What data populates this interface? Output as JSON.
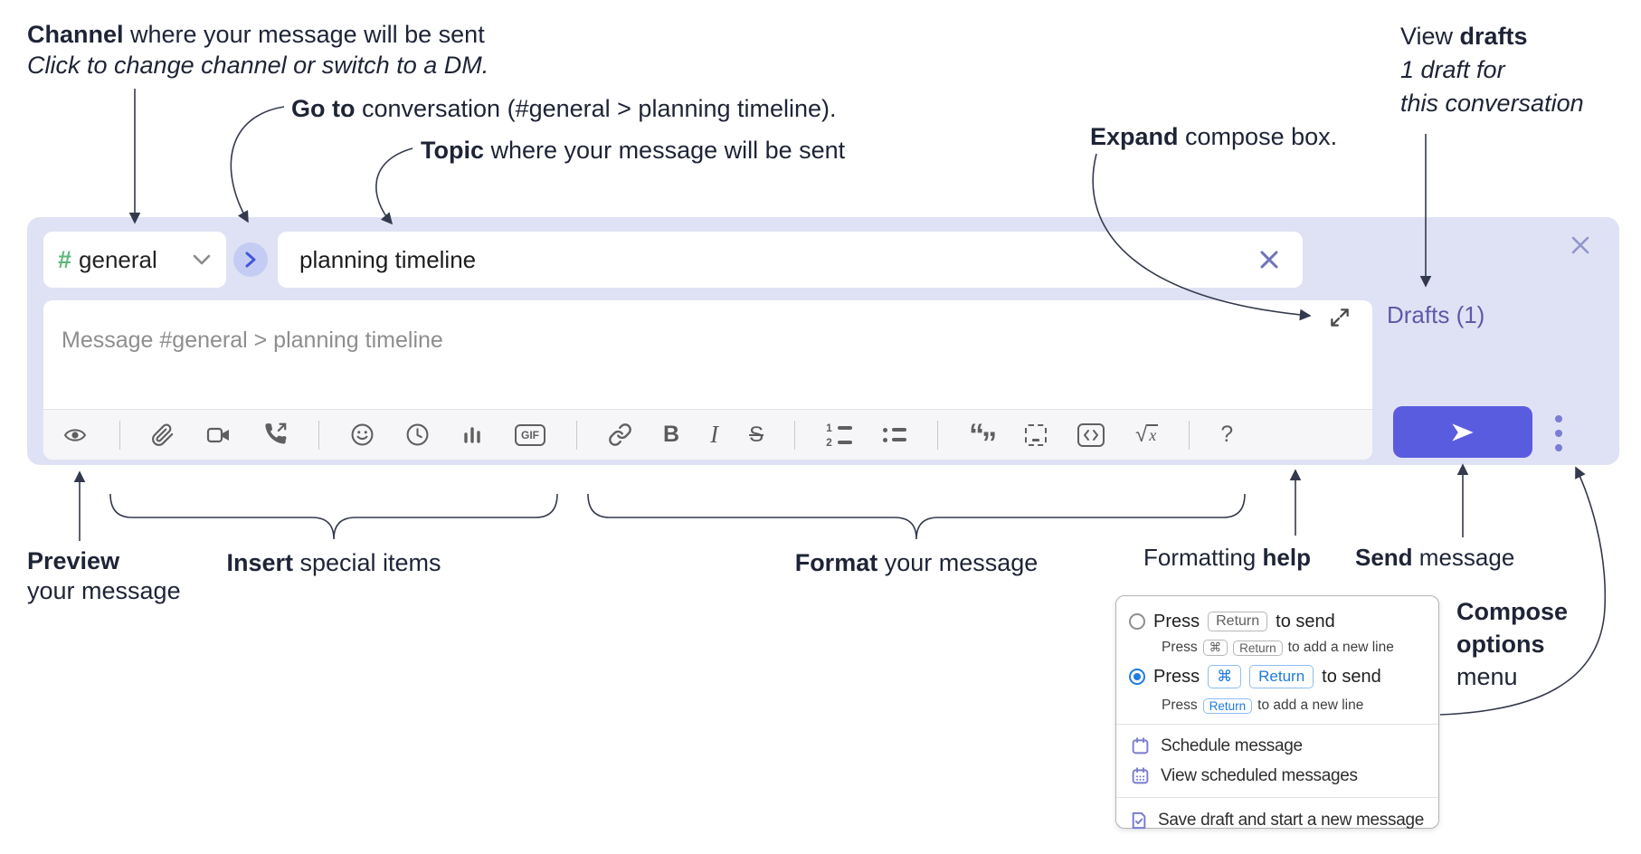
{
  "colors": {
    "panel_bg": "#dfe2f4",
    "send_button": "#5a5ce0",
    "drafts_link": "#5d5aa8",
    "hash_green": "#5cb87a",
    "goto_circle": "#c5ccf3",
    "goto_chevron": "#4157d8",
    "keycap_blue": "#1e7be0",
    "menu_icon_indigo": "#7a7cd0",
    "toolbar_icon_gray": "#5f5f5f"
  },
  "annotations": {
    "channel_title": {
      "bold": "Channel",
      "rest": " where your message will be sent"
    },
    "channel_sub": "Click to change channel or switch to a DM.",
    "goto": {
      "bold": "Go to",
      "rest": " conversation (#general > planning timeline)."
    },
    "topic": {
      "bold": "Topic",
      "rest": " where your message will be sent"
    },
    "expand": {
      "bold": "Expand",
      "rest": " compose box."
    },
    "view_drafts": {
      "line1_pre": "View ",
      "line1_bold": "drafts",
      "line2": "1 draft for",
      "line3": "this conversation"
    },
    "preview": {
      "bold": "Preview",
      "line2": "your message"
    },
    "insert": {
      "bold": "Insert",
      "rest": " special items"
    },
    "format": {
      "bold": "Format",
      "rest": " your message"
    },
    "formatting_help": {
      "pre": "Formatting ",
      "bold": "help"
    },
    "send": {
      "bold": "Send",
      "rest": " message"
    },
    "compose_options": {
      "line1": "Compose",
      "line2": "options",
      "line3": "menu"
    }
  },
  "composer": {
    "channel": {
      "hash": "#",
      "name": "general"
    },
    "topic_value": "planning timeline",
    "message_placeholder": "Message #general > planning timeline",
    "drafts_link": "Drafts (1)",
    "toolbar": {
      "icons": [
        "preview-eye",
        "attach-paperclip",
        "video-camera",
        "phone-call",
        "emoji-smiley",
        "recent-clock",
        "poll-bar-chart",
        "gif",
        "link",
        "bold",
        "italic",
        "strikethrough",
        "ordered-list",
        "bulleted-list",
        "blockquote",
        "text-snippet",
        "code",
        "formula",
        "help"
      ],
      "glyphs": {
        "gif": "GIF",
        "bold": "B",
        "italic": "I",
        "strike": "S",
        "quote_open": "“",
        "quote_close": "”",
        "ol_1": "1",
        "ol_2": "2",
        "sqrt": "√",
        "sqrt_x": "x",
        "help": "?"
      }
    }
  },
  "popup": {
    "option1": {
      "pre": "Press",
      "key1": "Return",
      "post": "to send",
      "sub_pre": "Press",
      "sub_key1": "⌘",
      "sub_key2": "Return",
      "sub_post": "to add a new line"
    },
    "option2": {
      "pre": "Press",
      "key1": "⌘",
      "key2": "Return",
      "post": "to send",
      "sub_pre": "Press",
      "sub_key1": "Return",
      "sub_post": "to add a new line"
    },
    "items": [
      "Schedule message",
      "View scheduled messages",
      "Save draft and start a new message"
    ]
  }
}
